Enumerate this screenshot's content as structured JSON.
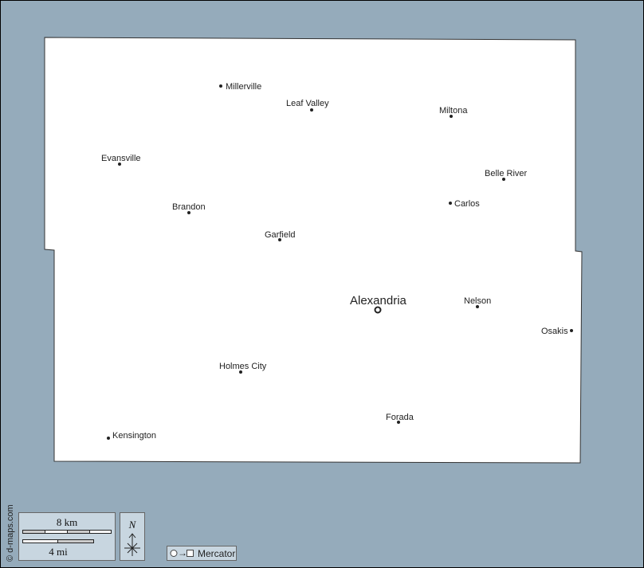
{
  "colors": {
    "water": "#95abbb",
    "land": "#ffffff",
    "panel": "#c8d6e0"
  },
  "places": {
    "millerville": "Millerville",
    "leaf_valley": "Leaf Valley",
    "miltona": "Miltona",
    "evansville": "Evansville",
    "belle_river": "Belle River",
    "brandon": "Brandon",
    "carlos": "Carlos",
    "garfield": "Garfield",
    "alexandria": "Alexandria",
    "nelson": "Nelson",
    "osakis": "Osakis",
    "holmes_city": "Holmes City",
    "forada": "Forada",
    "kensington": "Kensington"
  },
  "credit": "© d-maps.com",
  "scale": {
    "km": "8 km",
    "mi": "4 mi"
  },
  "north": "N",
  "projection": "Mercator"
}
